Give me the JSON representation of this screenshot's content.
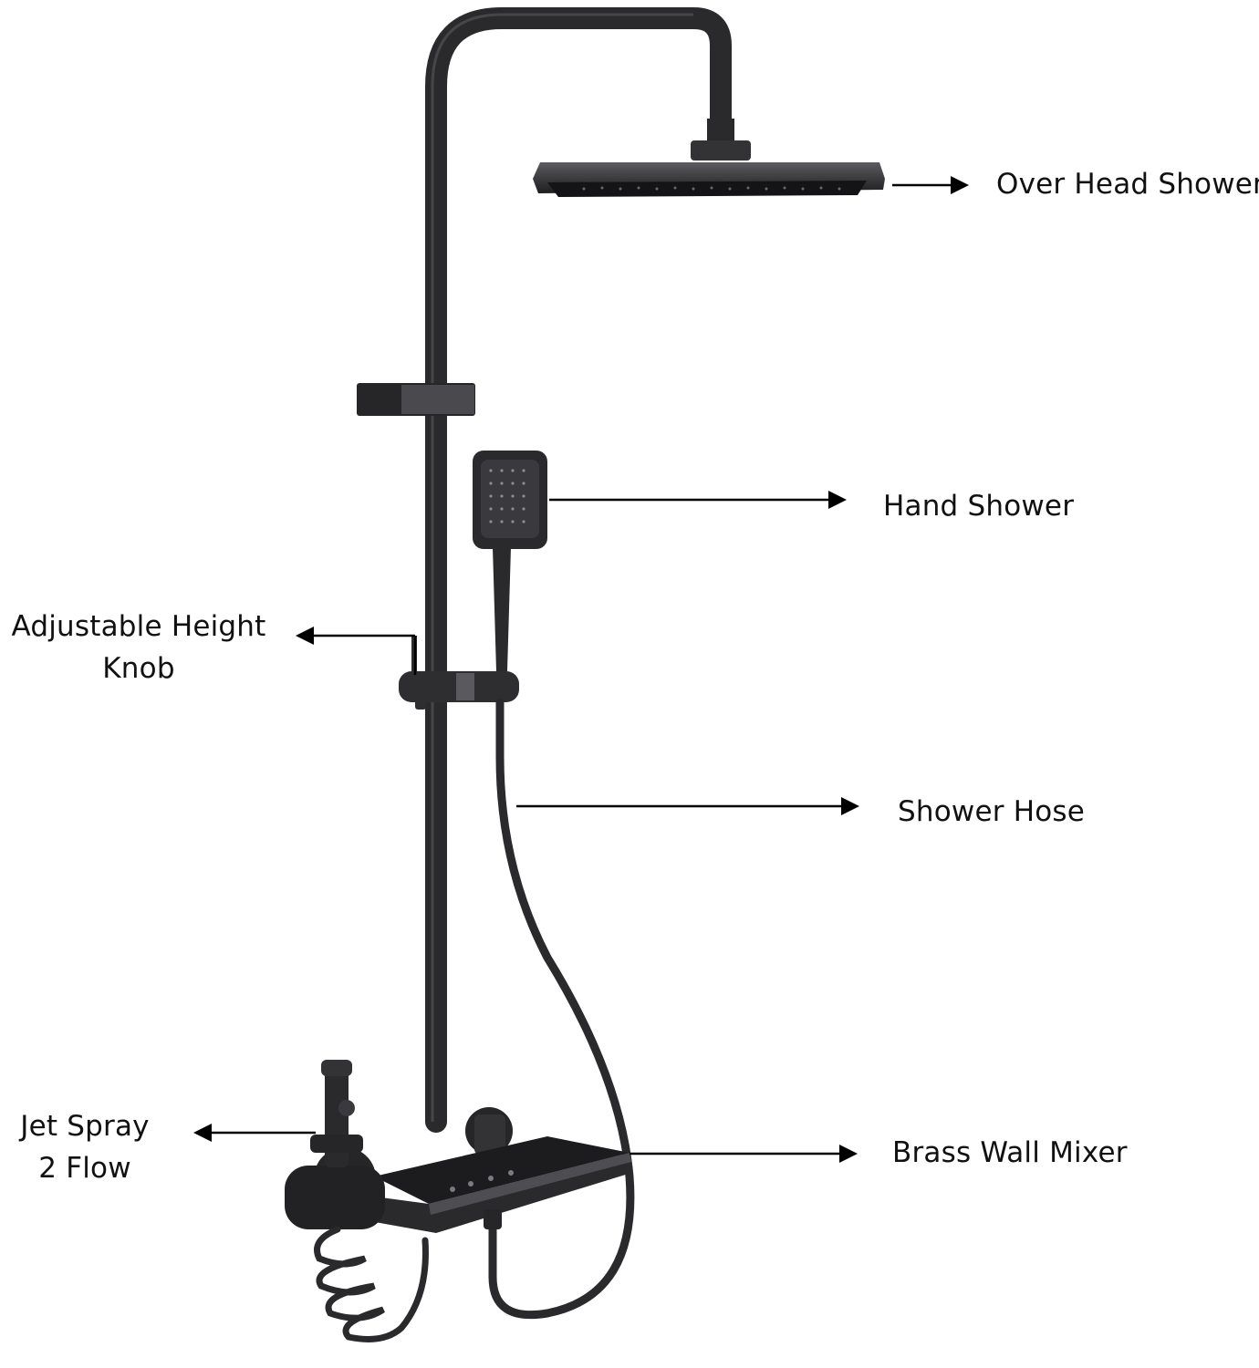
{
  "callouts": {
    "over_head_shower": "Over Head Shower",
    "hand_shower": "Hand Shower",
    "adjustable_height_knob": [
      "Adjustable Height",
      "Knob"
    ],
    "shower_hose": "Shower Hose",
    "jet_spray": [
      "Jet Spray",
      "2 Flow"
    ],
    "brass_wall_mixer": "Brass Wall Mixer"
  },
  "colors": {
    "background": "#ffffff",
    "metal": "#2a2a2c",
    "metal_highlight": "#5a5a5e",
    "text": "#111111"
  }
}
